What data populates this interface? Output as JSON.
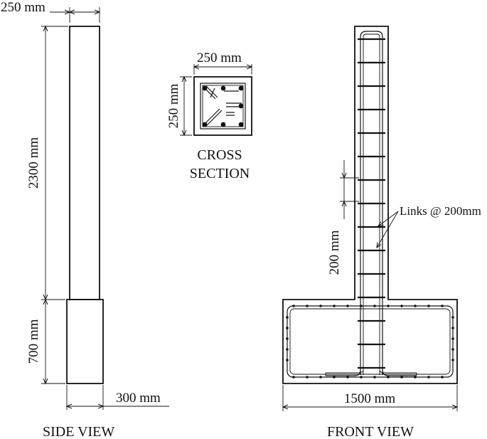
{
  "side_view": {
    "caption": "SIDE VIEW",
    "width_top": "250 mm",
    "height_column": "2300 mm",
    "height_base": "700 mm",
    "width_base": "300 mm"
  },
  "cross_section": {
    "caption_line1": "CROSS",
    "caption_line2": "SECTION",
    "width": "250 mm",
    "height": "250 mm"
  },
  "front_view": {
    "caption": "FRONT VIEW",
    "base_width": "1500 mm",
    "link_spacing": "200 mm",
    "links_label": "Links @ 200mm"
  }
}
